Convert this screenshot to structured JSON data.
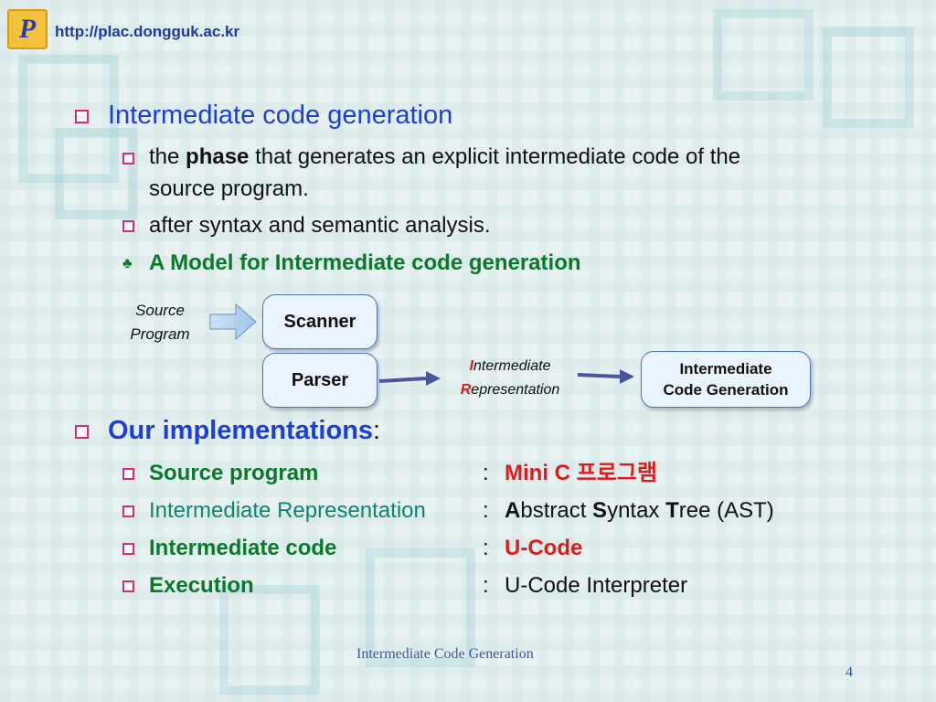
{
  "header": {
    "url": "http://plac.dongguk.ac.kr",
    "logo_letter": "P"
  },
  "section1": {
    "title": "Intermediate code generation",
    "item1": {
      "pre": "the ",
      "bold": "phase",
      "post1": " that generates an explicit intermediate code of the",
      "post2": "source program."
    },
    "item2": "after syntax and semantic analysis.",
    "item3": "A Model for Intermediate code generation"
  },
  "diagram": {
    "source_line1": "Source",
    "source_line2": "Program",
    "scanner": "Scanner",
    "parser": "Parser",
    "ir_initial1": "I",
    "ir_rest1": "ntermediate",
    "ir_initial2": "R",
    "ir_rest2": "epresentation",
    "icg_line1": "Intermediate",
    "icg_line2": "Code Generation"
  },
  "section2": {
    "title": "Our implementations",
    "colon": ":",
    "rows": [
      {
        "label": "Source program",
        "sep": ":",
        "value": "Mini C 프로그램"
      },
      {
        "label": "Intermediate Representation",
        "sep": ":",
        "v1b": "A",
        "v1": "bstract ",
        "v2b": "S",
        "v2": "yntax ",
        "v3b": "T",
        "v3": "ree (AST)"
      },
      {
        "label": "Intermediate code",
        "sep": ":",
        "value": "U-Code"
      },
      {
        "label": "Execution",
        "sep": ":",
        "value": "U-Code Interpreter"
      }
    ]
  },
  "footer": {
    "title": "Intermediate Code Generation",
    "page": "4"
  },
  "colors": {
    "title_blue": "#1c3fdb",
    "green": "#0a7a2a",
    "red": "#e01b1b",
    "bullet_pink": "#d0307a"
  }
}
